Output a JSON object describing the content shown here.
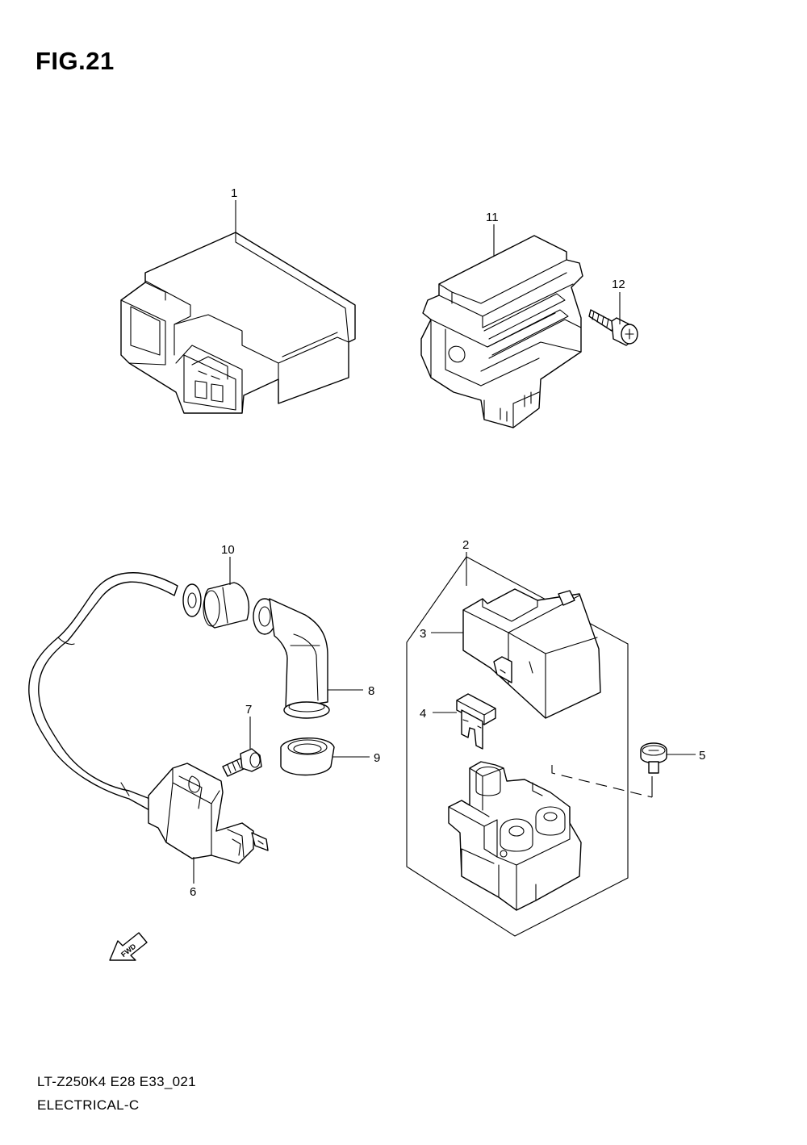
{
  "figure": {
    "title": "FIG.21",
    "footer_code": "LT-Z250K4 E28 E33_021",
    "footer_name": "ELECTRICAL-C"
  },
  "callouts": {
    "c1": "1",
    "c2": "2",
    "c3": "3",
    "c4": "4",
    "c5": "5",
    "c6": "6",
    "c7": "7",
    "c8": "8",
    "c9": "9",
    "c10": "10",
    "c11": "11",
    "c12": "12"
  },
  "fwd_indicator": {
    "label": "FWD",
    "icon": "arrow-left-down"
  }
}
